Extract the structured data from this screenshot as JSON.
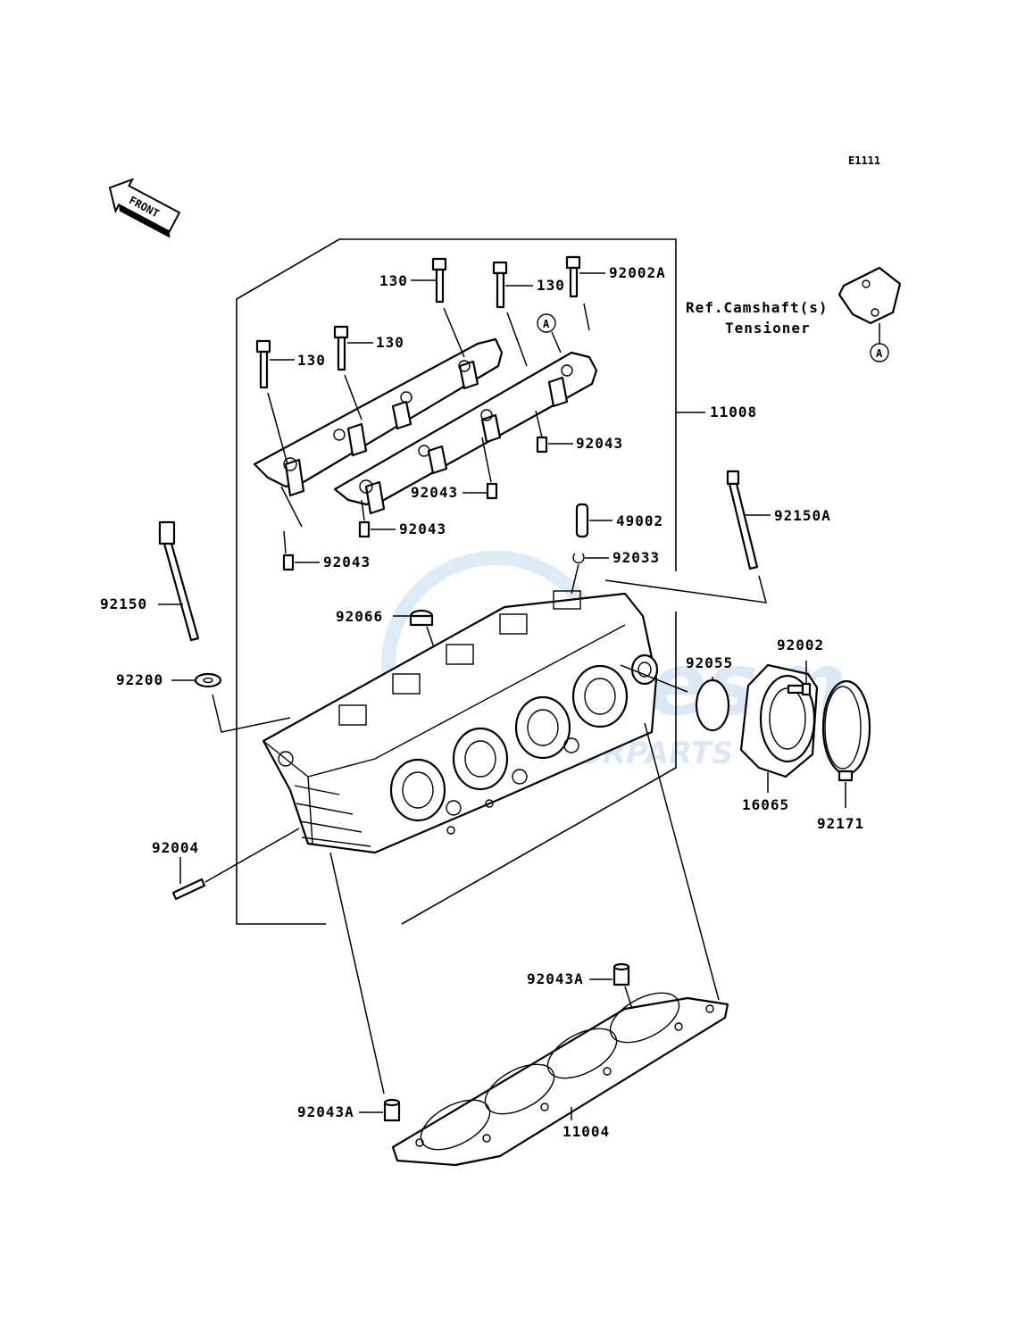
{
  "diagram_code": "E1111",
  "front_label": "FRONT",
  "reference": {
    "line1": "Ref.Camshaft(s)",
    "line2": "Tensioner",
    "marker": "A"
  },
  "marker_a": "A",
  "watermark": {
    "text1": "Bikesm",
    "text2": "MOTORPARTS"
  },
  "parts": {
    "p130": "130",
    "p92002A": "92002A",
    "p11008": "11008",
    "p92043": "92043",
    "p49002": "49002",
    "p92033": "92033",
    "p92150A": "92150A",
    "p92150": "92150",
    "p92066": "92066",
    "p92200": "92200",
    "p92002": "92002",
    "p92055": "92055",
    "p16065": "16065",
    "p92171": "92171",
    "p92004": "92004",
    "p92043A": "92043A",
    "p11004": "11004"
  }
}
